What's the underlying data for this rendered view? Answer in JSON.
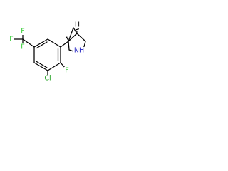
{
  "molecule": {
    "colors": {
      "background": "#ffffff",
      "bond": "#000000",
      "fluorine": "#33CC33",
      "chlorine": "#1FA01F",
      "nitrogen": "#2020C0",
      "carbon": "#000000",
      "stereo_hydrogen": "#000000"
    },
    "atom_labels": {
      "f_cf3_top": "F",
      "f_cf3_left": "F",
      "f_cf3_bottom": "F",
      "f_ring": "F",
      "cl": "Cl",
      "nh": "NH",
      "stereo_h": "H"
    }
  }
}
